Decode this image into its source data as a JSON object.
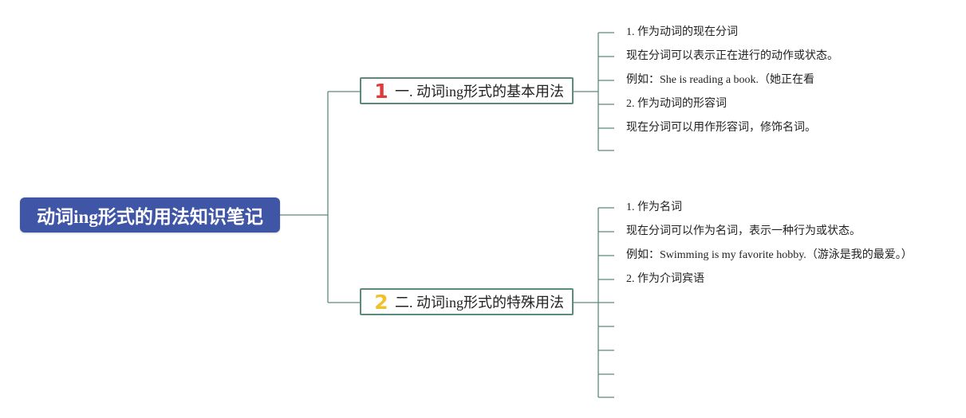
{
  "root": {
    "title": "动词ing形式的用法知识笔记"
  },
  "branches": [
    {
      "number": "1",
      "title": "一. 动词ing形式的基本用法",
      "leaves": [
        "1. 作为动词的现在分词",
        "现在分词可以表示正在进行的动作或状态。",
        "例如：She is reading a book.（她正在看",
        "2. 作为动词的形容词",
        "现在分词可以用作形容词，修饰名词。",
        ""
      ]
    },
    {
      "number": "2",
      "title": "二. 动词ing形式的特殊用法",
      "leaves": [
        "1. 作为名词",
        "现在分词可以作为名词，表示一种行为或状态。",
        "例如：Swimming is my favorite hobby.（游泳是我的最爱。）",
        "2. 作为介词宾语",
        "",
        "",
        "",
        "",
        ""
      ]
    }
  ],
  "colors": {
    "root_bg": "#3f56a6",
    "connector": "#5b8a7e",
    "number_1": "#e03a3a",
    "number_2": "#f0c12d"
  }
}
